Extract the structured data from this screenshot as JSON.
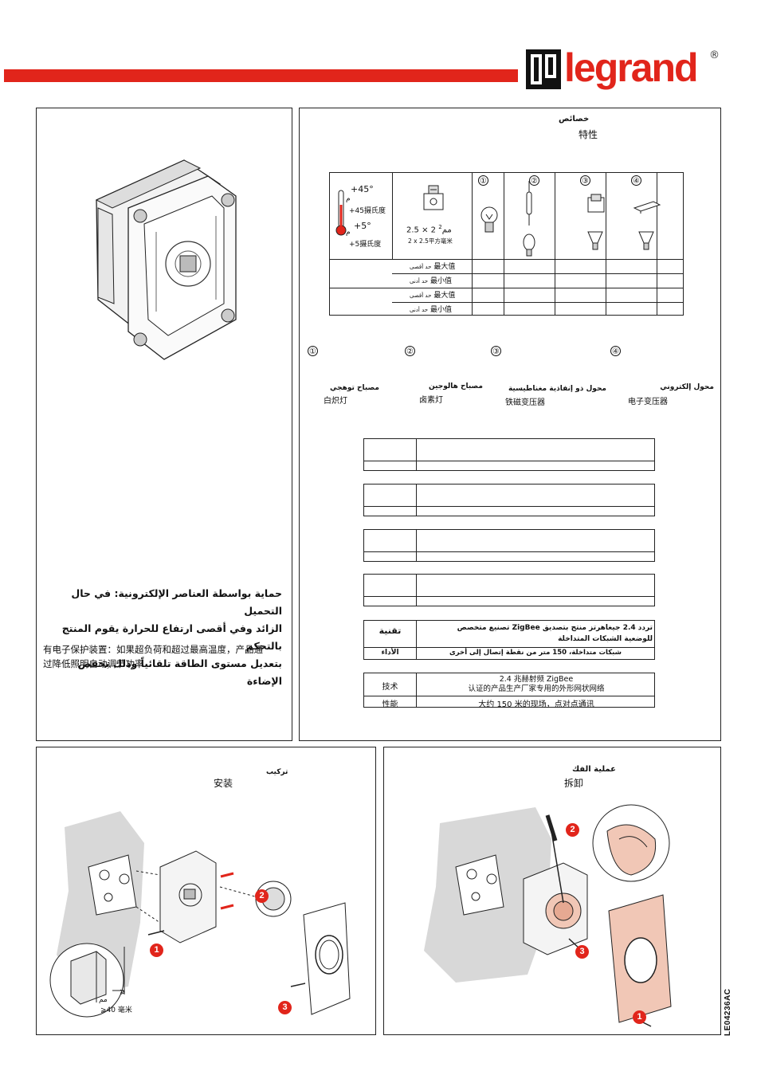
{
  "header": {
    "brand": "legrand",
    "reg_mark": "®"
  },
  "characteristics": {
    "title_ar": "خصائص",
    "title_cn": "特性",
    "temp_max": "+45°",
    "temp_max_ar": "م",
    "temp_max_cn": "+45摄氏度",
    "temp_min": "+5°",
    "temp_min_ar": "م",
    "temp_min_cn": "+5摄氏度",
    "wire": "2 × 2.5",
    "wire_unit": "مم",
    "wire_sup": "2",
    "wire_cn": "2 x 2.5平方毫米",
    "columns": [
      "①",
      "②",
      "③",
      "④"
    ],
    "rows": [
      {
        "ar": "حد أقصى",
        "cn": "最大值"
      },
      {
        "ar": "حد أدنى",
        "cn": "最小值"
      },
      {
        "ar": "حد أقصى",
        "cn": "最大值"
      },
      {
        "ar": "حد أدنى",
        "cn": "最小值"
      }
    ]
  },
  "legend": [
    {
      "num": "①",
      "ar": "مصباح توهجي",
      "cn": "白炽灯"
    },
    {
      "num": "②",
      "ar": "مصباح هالوجين",
      "cn": "卤素灯"
    },
    {
      "num": "③",
      "ar": "محول ذو إنفاذية مغناطيسية",
      "cn": "铁磁变压器"
    },
    {
      "num": "④",
      "ar": "محول إلكتروني",
      "cn": "电子变压器"
    }
  ],
  "protection": {
    "ar_line1": "حماية بواسطة العناصر الإلكترونية: في حال التحميل",
    "ar_line2": "الزائد وفي أقصى ارتفاع للحرارة يقوم المنتج بالتحكم",
    "ar_line3": "بتعديل مستوى الطاقة تلقائياً وذلك بخفض الإضاءة",
    "cn_line1": "有电子保护装置：如果超负荷和超过最高温度，产品通",
    "cn_line2": "过降低照明自动调节功率"
  },
  "tech_ar": {
    "label_tech": "تقنية",
    "value_tech_1": "تردد 2.4 جيغاهرتز منتج بتصديق ZigBee تصنيع متخصص",
    "value_tech_2": "للوضعية الشبكات المتداخلة",
    "label_perf": "الأداء",
    "value_perf": "شبكات متداخلة، 150 متر من نقطة إتصال إلى أخرى"
  },
  "tech_cn": {
    "label_tech": "技术",
    "value_tech_1": "2.4 兆赫射频  ZigBee",
    "value_tech_2": "认证的产品生产厂家专用的外形网状网络",
    "label_perf": "性能",
    "value_perf": "大约  150 米的现场，点对点通讯"
  },
  "install": {
    "title_ar": "تركيب",
    "title_cn": "安装",
    "depth_ar": "مم",
    "depth_sym": "⩾",
    "depth_cn": "⩾40  毫米",
    "steps": [
      "1",
      "2",
      "3"
    ]
  },
  "removal": {
    "title_ar": "عملية الفك",
    "title_cn": "拆卸",
    "steps": [
      "1",
      "2",
      "3"
    ]
  },
  "doc_code": "LE04236AC"
}
